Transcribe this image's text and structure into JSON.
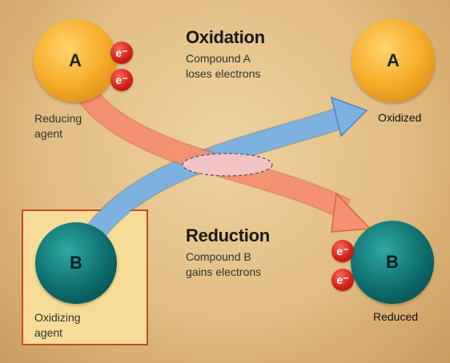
{
  "oxidation": {
    "title": "Oxidation",
    "line1": "Compound A",
    "line2": "loses electrons"
  },
  "reduction": {
    "title": "Reduction",
    "line1": "Compound B",
    "line2": "gains electrons"
  },
  "compound_a": {
    "symbol": "A",
    "role_line1": "Reducing",
    "role_line2": "agent",
    "product_label": "Oxidized"
  },
  "compound_b": {
    "symbol": "B",
    "role_line1": "Oxidizing",
    "role_line2": "agent",
    "product_label": "Reduced"
  },
  "electron": {
    "symbol": "e⁻"
  },
  "colors": {
    "background": "#e2bd84",
    "compound_a": "#f6ad2a",
    "compound_b": "#0d6d6c",
    "electron": "#d4211b",
    "oxidation_arrow": "#f08a6c",
    "reduction_arrow": "#6fa6d8",
    "agent_box_fill": "#f6dc97",
    "agent_box_border": "#c24e1f"
  }
}
